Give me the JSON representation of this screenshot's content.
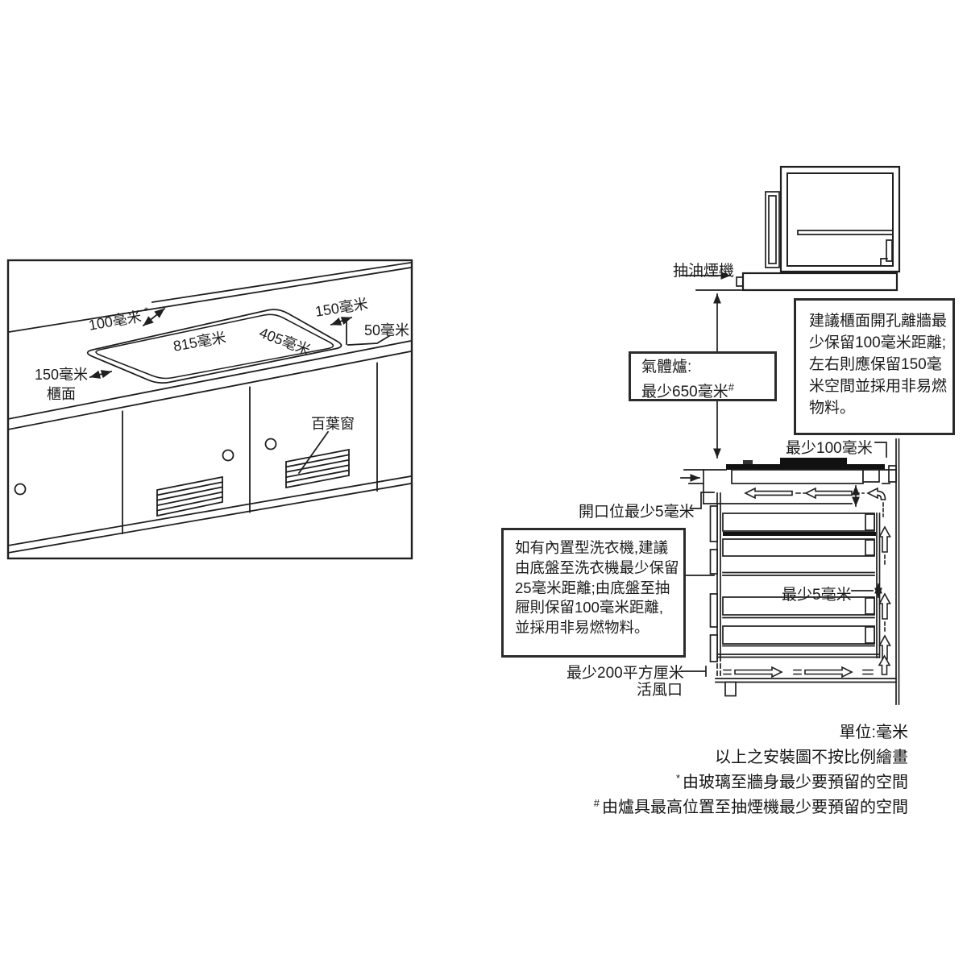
{
  "colors": {
    "ink": "#1f1f1f",
    "paper": "#ffffff"
  },
  "left_diagram": {
    "dim_back_clearance": "100毫米",
    "dim_back_clearance_marker": "*",
    "dim_right_clearance": "150毫米",
    "dim_corner_edge": "50毫米",
    "dim_cutout_width": "815毫米",
    "dim_cutout_depth": "405毫米",
    "dim_left_clearance": "150毫米",
    "label_countertop": "櫃面",
    "label_louver": "百葉窗"
  },
  "right_diagram": {
    "label_range_hood": "抽油煙機",
    "gas_hob_clearance_box": {
      "line1": "氣體爐:",
      "line2": "最少650毫米",
      "marker": "#"
    },
    "wall_clearance_note": {
      "lines": [
        "建議櫃面開孔離牆最",
        "少保留100毫米距離;",
        "左右則應保留150毫",
        "米空間並採用非易燃",
        "物料。"
      ]
    },
    "dim_hob_to_wall": "最少100毫米",
    "dim_opening_gap": "開口位最少5毫米",
    "washer_note": {
      "lines": [
        "如有內置型洗衣機,建議",
        "由底盤至洗衣機最少保留",
        "25毫米距離;由底盤至抽",
        "屜則保留100毫米距離,",
        "並採用非易燃物料。"
      ]
    },
    "dim_side_gap": "最少5毫米",
    "vent_label_line1": "最少200平方厘米",
    "vent_label_line2": "活風口"
  },
  "footnotes": [
    {
      "marker": "",
      "text": "單位:毫米"
    },
    {
      "marker": "",
      "text": "以上之安裝圖不按比例繪畫"
    },
    {
      "marker": "*",
      "text": "由玻璃至牆身最少要預留的空間"
    },
    {
      "marker": "#",
      "text": "由爐具最高位置至抽煙機最少要預留的空間"
    }
  ]
}
